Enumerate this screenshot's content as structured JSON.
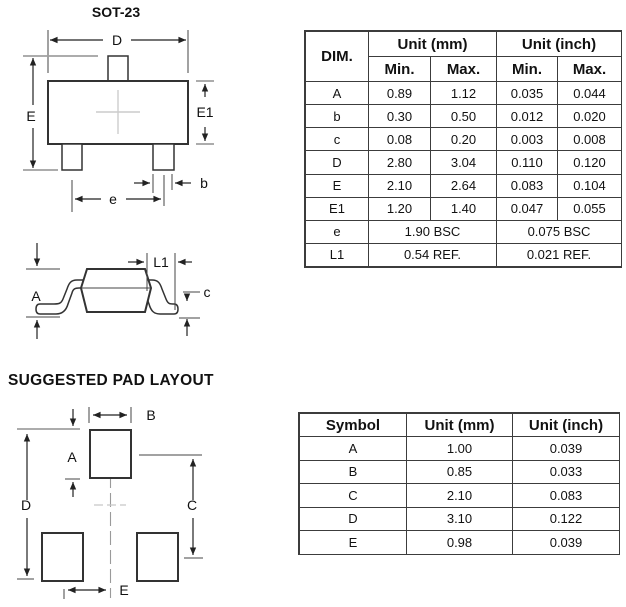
{
  "page": {
    "package_title": "SOT-23",
    "pad_layout_heading": "SUGGESTED PAD LAYOUT"
  },
  "dim_table": {
    "col_dim": "DIM.",
    "col_mm": "Unit (mm)",
    "col_inch": "Unit (inch)",
    "col_min_mm": "Min.",
    "col_max_mm": "Max.",
    "col_min_in": "Min.",
    "col_max_in": "Max.",
    "rows": [
      {
        "dim": "A",
        "mm_min": "0.89",
        "mm_max": "1.12",
        "in_min": "0.035",
        "in_max": "0.044"
      },
      {
        "dim": "b",
        "mm_min": "0.30",
        "mm_max": "0.50",
        "in_min": "0.012",
        "in_max": "0.020"
      },
      {
        "dim": "c",
        "mm_min": "0.08",
        "mm_max": "0.20",
        "in_min": "0.003",
        "in_max": "0.008"
      },
      {
        "dim": "D",
        "mm_min": "2.80",
        "mm_max": "3.04",
        "in_min": "0.110",
        "in_max": "0.120"
      },
      {
        "dim": "E",
        "mm_min": "2.10",
        "mm_max": "2.64",
        "in_min": "0.083",
        "in_max": "0.104"
      },
      {
        "dim": "E1",
        "mm_min": "1.20",
        "mm_max": "1.40",
        "in_min": "0.047",
        "in_max": "0.055"
      }
    ],
    "span_rows": [
      {
        "dim": "e",
        "mm": "1.90 BSC",
        "inch": "0.075 BSC"
      },
      {
        "dim": "L1",
        "mm": "0.54 REF.",
        "inch": "0.021 REF."
      }
    ]
  },
  "pad_table": {
    "col_symbol": "Symbol",
    "col_mm": "Unit (mm)",
    "col_inch": "Unit (inch)",
    "rows": [
      {
        "symbol": "A",
        "mm": "1.00",
        "inch": "0.039"
      },
      {
        "symbol": "B",
        "mm": "0.85",
        "inch": "0.033"
      },
      {
        "symbol": "C",
        "mm": "2.10",
        "inch": "0.083"
      },
      {
        "symbol": "D",
        "mm": "3.10",
        "inch": "0.122"
      },
      {
        "symbol": "E",
        "mm": "0.98",
        "inch": "0.039"
      }
    ]
  },
  "labels": {
    "top_view": {
      "d": "D",
      "e_total": "E",
      "e1": "E1",
      "e_pitch": "e",
      "b": "b"
    },
    "side_view": {
      "a": "A",
      "l1": "L1",
      "c": "c"
    },
    "pad_view": {
      "a": "A",
      "b": "B",
      "c": "C",
      "d": "D",
      "e": "E"
    }
  },
  "colors": {
    "line": "#333",
    "dimension": "#222",
    "extension_gray": "#a0a0a0",
    "center_mark": "#c8c8c8"
  }
}
